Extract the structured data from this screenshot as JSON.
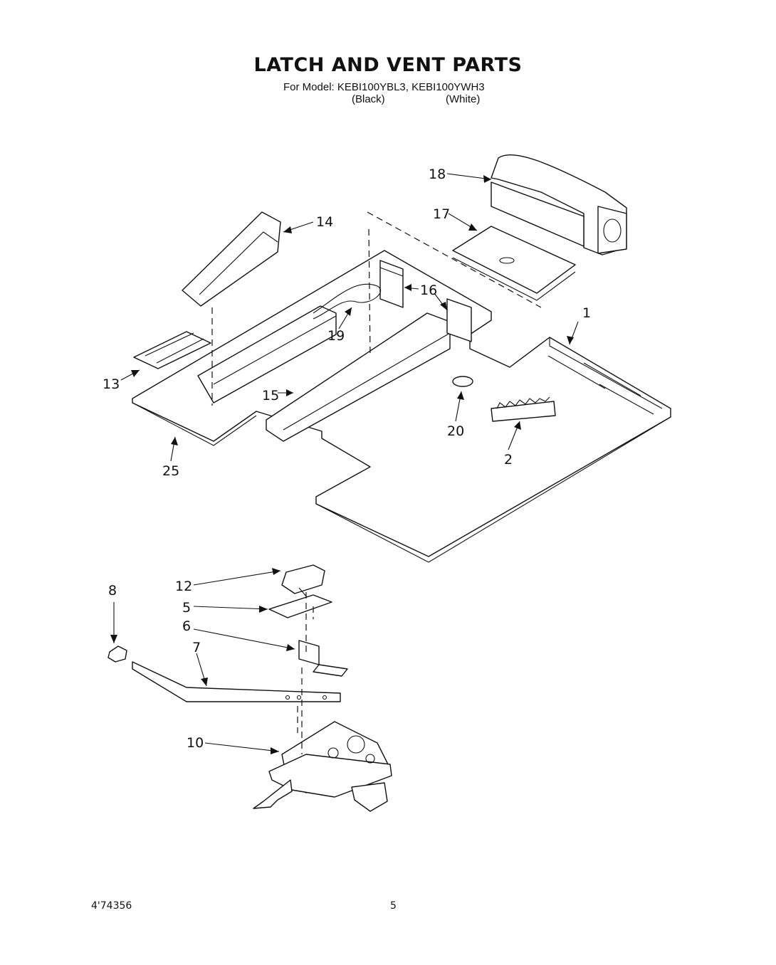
{
  "header": {
    "title": "LATCH AND VENT PARTS",
    "model_line": "For Model: KEBI100YBL3, KEBI100YWH3",
    "variant_black": "(Black)",
    "variant_white": "(White)"
  },
  "callouts": {
    "c1": "1",
    "c2": "2",
    "c5": "5",
    "c6": "6",
    "c7": "7",
    "c8": "8",
    "c10": "10",
    "c12": "12",
    "c13": "13",
    "c14": "14",
    "c15": "15",
    "c16": "16",
    "c17": "17",
    "c18": "18",
    "c19": "19",
    "c20": "20",
    "c25": "25"
  },
  "footer": {
    "doc_number": "4'74356",
    "page_number": "5"
  }
}
